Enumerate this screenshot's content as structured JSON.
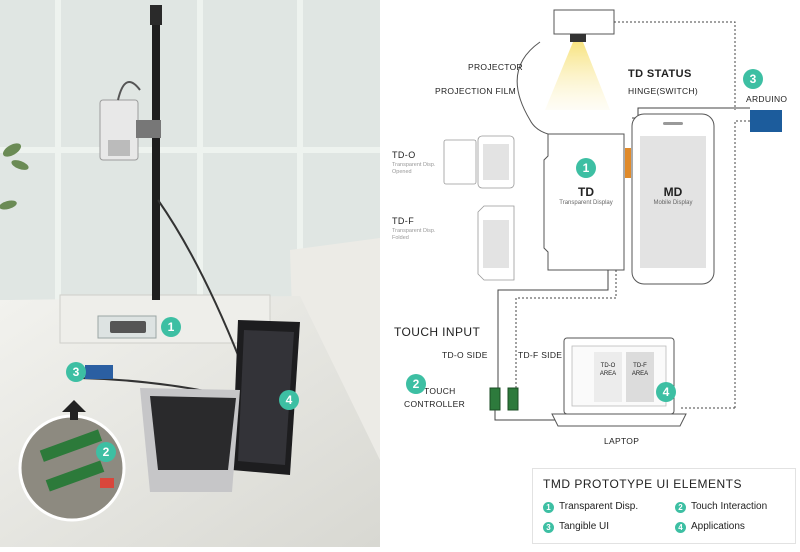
{
  "photo": {
    "badges": [
      "1",
      "2",
      "3",
      "4"
    ]
  },
  "diagram": {
    "projector_label": "PROJECTOR",
    "projection_film_label": "PROJECTION FILM",
    "td_status_label": "TD STATUS",
    "hinge_label": "HINGE(SWITCH)",
    "arduino_label": "ARDUINO",
    "td_o": {
      "title": "TD-O",
      "sub1": "Transparent Disp.",
      "sub2": "Opened"
    },
    "td_f": {
      "title": "TD-F",
      "sub1": "Transparent Disp.",
      "sub2": "Folded"
    },
    "td_title": "TD",
    "td_sub": "Transparent Display",
    "md_title": "MD",
    "md_sub": "Mobile Display",
    "touch_input_label": "TOUCH INPUT",
    "tdo_side_label": "TD-O SIDE",
    "tdf_side_label": "TD-F SIDE",
    "touch_controller_label": [
      "TOUCH",
      "CONTROLLER"
    ],
    "tdo_area_label": [
      "TD-O",
      "AREA"
    ],
    "tdf_area_label": [
      "TD-F",
      "AREA"
    ],
    "laptop_label": "LAPTOP",
    "badges": [
      "1",
      "2",
      "3",
      "4"
    ],
    "colors": {
      "accent": "#3dbfa3",
      "arduino": "#1c5c9c",
      "controller": "#2d7a3c",
      "hinge": "#e08a2a"
    }
  },
  "legend": {
    "title": "TMD PROTOTYPE UI ELEMENTS",
    "items": [
      {
        "num": "1",
        "label": "Transparent Disp."
      },
      {
        "num": "2",
        "label": "Touch Interaction"
      },
      {
        "num": "3",
        "label": "Tangible UI"
      },
      {
        "num": "4",
        "label": "Applications"
      }
    ]
  }
}
